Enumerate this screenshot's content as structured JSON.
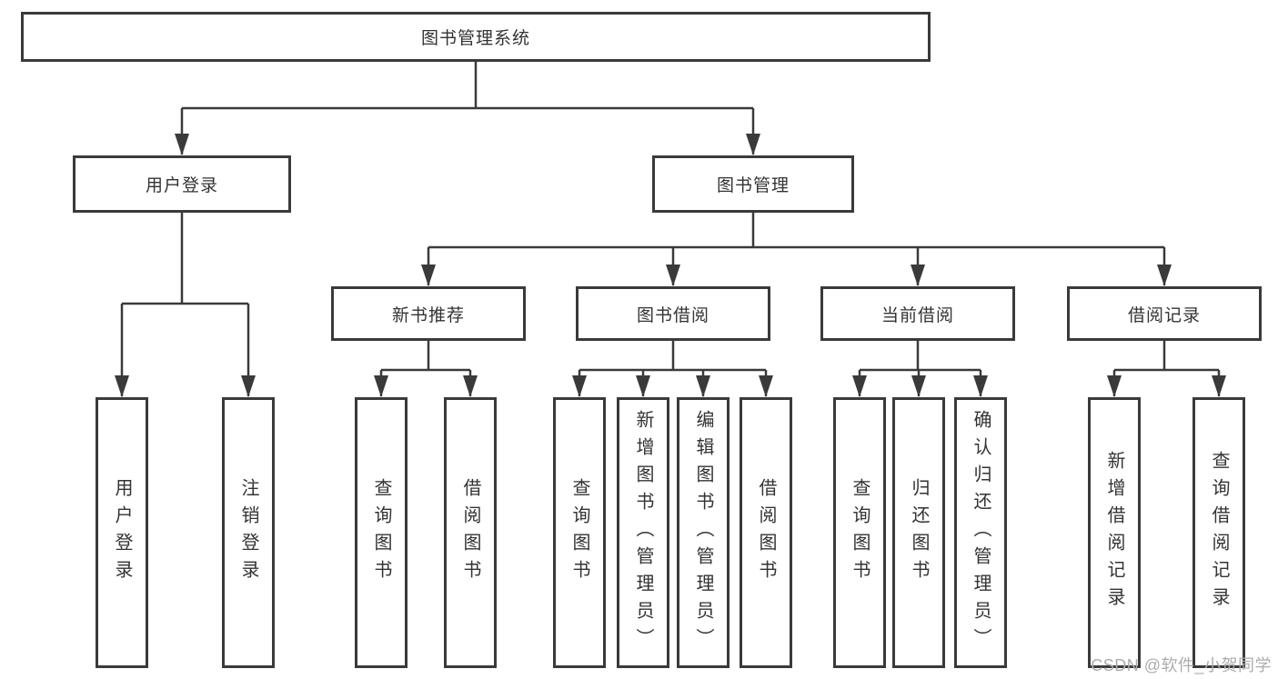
{
  "diagram_title": "图书管理系统",
  "nodes": {
    "root": {
      "label": "图书管理系统"
    },
    "user_login": {
      "label": "用户登录"
    },
    "book_management": {
      "label": "图书管理"
    },
    "new_book_recommend": {
      "label": "新书推荐"
    },
    "book_borrowing": {
      "label": "图书借阅"
    },
    "current_borrowing": {
      "label": "当前借阅"
    },
    "borrowing_records": {
      "label": "借阅记录"
    },
    "leaf_user_login": {
      "label": "用户登录"
    },
    "leaf_logout": {
      "label": "注销登录"
    },
    "leaf_query_books_recommend": {
      "label": "查询图书"
    },
    "leaf_borrow_books_recommend": {
      "label": "借阅图书"
    },
    "leaf_query_books_borrowing": {
      "label": "查询图书"
    },
    "leaf_add_books_admin": {
      "label": "新增图书（管理员）"
    },
    "leaf_edit_books_admin": {
      "label": "编辑图书（管理员）"
    },
    "leaf_borrow_books_borrowing": {
      "label": "借阅图书"
    },
    "leaf_query_books_current": {
      "label": "查询图书"
    },
    "leaf_return_books": {
      "label": "归还图书"
    },
    "leaf_confirm_return_admin": {
      "label": "确认归还（管理员）"
    },
    "leaf_add_borrow_record": {
      "label": "新增借阅记录"
    },
    "leaf_query_borrow_record": {
      "label": "查询借阅记录"
    }
  },
  "watermark": {
    "text": "CSDN @软件_小贺同学"
  },
  "colors": {
    "line": "#3a3a3a",
    "box_border": "#3a3a3a",
    "text": "#333333",
    "watermark": "#acacac",
    "background": "#ffffff"
  }
}
